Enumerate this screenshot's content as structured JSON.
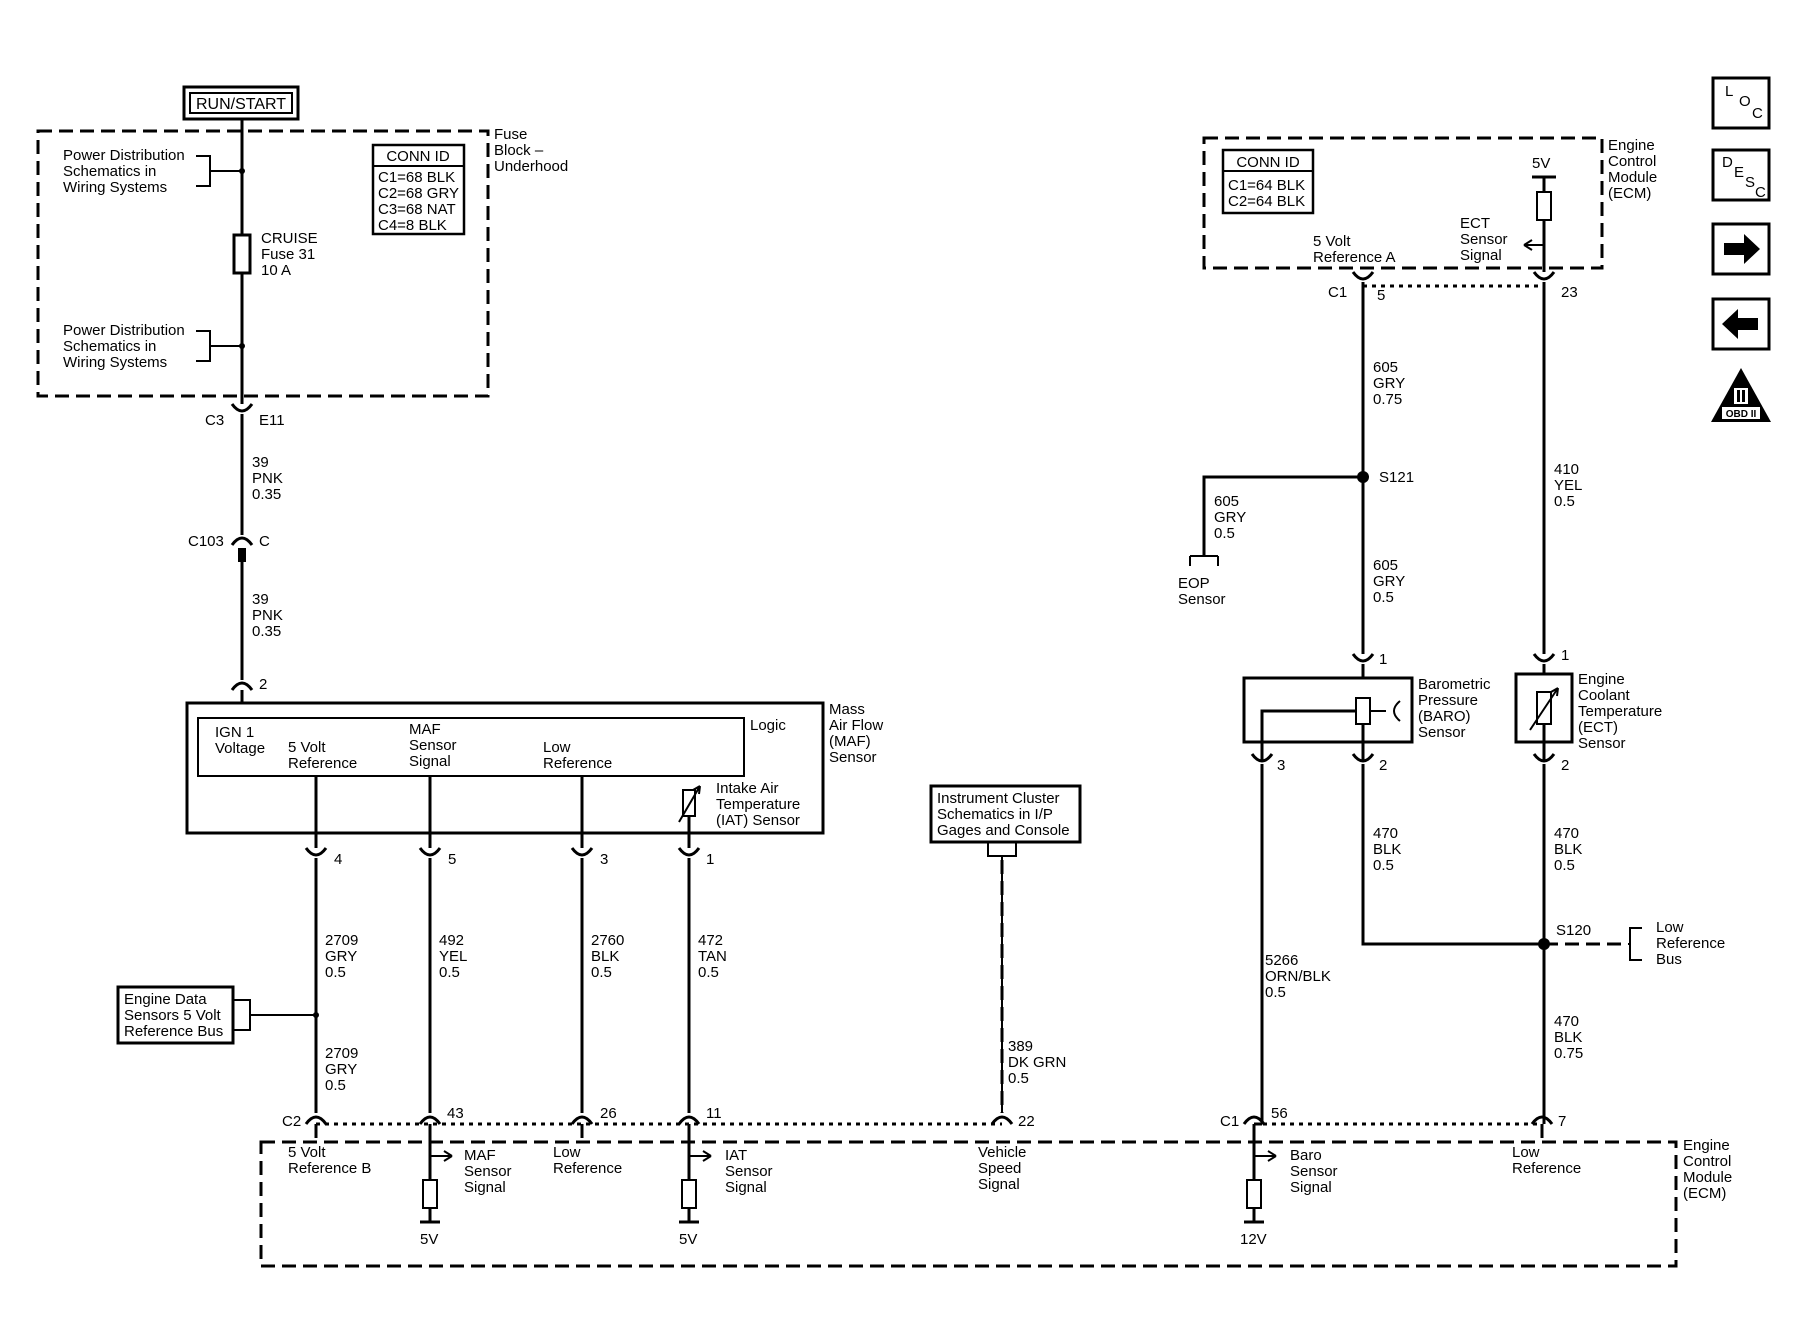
{
  "power": {
    "run_start": "RUN/START"
  },
  "fuse_block": {
    "title": [
      "Fuse",
      "Block –",
      "Underhood"
    ],
    "pd_top": [
      "Power Distribution",
      "Schematics in",
      "Wiring Systems"
    ],
    "pd_bottom": [
      "Power Distribution",
      "Schematics in",
      "Wiring Systems"
    ],
    "fuse": [
      "CRUISE",
      "Fuse 31",
      "10 A"
    ],
    "conn_id": {
      "header": "CONN ID",
      "rows": [
        "C1=68 BLK",
        "C2=68 GRY",
        "C3=68 NAT",
        "C4=8 BLK"
      ]
    }
  },
  "left_wire": {
    "c3": "C3",
    "e11": "E11",
    "w1": [
      "39",
      "PNK",
      "0.35"
    ],
    "c103": "C103",
    "c": "C",
    "w2": [
      "39",
      "PNK",
      "0.35"
    ],
    "pin2": "2"
  },
  "maf": {
    "name": [
      "Mass",
      "Air Flow",
      "(MAF)",
      "Sensor"
    ],
    "logic": "Logic",
    "ign": [
      "IGN 1",
      "Voltage"
    ],
    "ref5": [
      "5 Volt",
      "Reference"
    ],
    "signal": [
      "MAF",
      "Sensor",
      "Signal"
    ],
    "lowref": [
      "Low",
      "Reference"
    ],
    "iat": [
      "Intake Air",
      "Temperature",
      "(IAT) Sensor"
    ],
    "pins": [
      "4",
      "5",
      "3",
      "1"
    ]
  },
  "wires": {
    "a": [
      "2709",
      "GRY",
      "0.5"
    ],
    "a2": [
      "2709",
      "GRY",
      "0.5"
    ],
    "b": [
      "492",
      "YEL",
      "0.5"
    ],
    "c": [
      "2760",
      "BLK",
      "0.5"
    ],
    "d": [
      "472",
      "TAN",
      "0.5"
    ],
    "vss": [
      "389",
      "DK GRN",
      "0.5"
    ],
    "baro": [
      "5266",
      "ORN/BLK",
      "0.5"
    ],
    "ref_a": [
      "605",
      "GRY",
      "0.75"
    ],
    "eop": [
      "605",
      "GRY",
      "0.5"
    ],
    "baro_ref": [
      "605",
      "GRY",
      "0.5"
    ],
    "ect": [
      "410",
      "YEL",
      "0.5"
    ],
    "baro_low": [
      "470",
      "BLK",
      "0.5"
    ],
    "ect_low": [
      "470",
      "BLK",
      "0.5"
    ],
    "low_main": [
      "470",
      "BLK",
      "0.75"
    ]
  },
  "eng_data_bus": [
    "Engine Data",
    "Sensors 5 Volt",
    "Reference Bus"
  ],
  "instrument": [
    "Instrument Cluster",
    "Schematics in I/P",
    "Gages and Console"
  ],
  "ecm_bottom": {
    "name": [
      "Engine",
      "Control",
      "Module",
      "(ECM)"
    ],
    "c2": "C2",
    "c1": "C1",
    "pins": [
      "43",
      "26",
      "11",
      "22",
      "56",
      "7"
    ],
    "ref_b": [
      "5 Volt",
      "Reference B"
    ],
    "maf_sig": [
      "MAF",
      "Sensor",
      "Signal"
    ],
    "low_ref": [
      "Low",
      "Reference"
    ],
    "iat_sig": [
      "IAT",
      "Sensor",
      "Signal"
    ],
    "vss_sig": [
      "Vehicle",
      "Speed",
      "Signal"
    ],
    "baro_sig": [
      "Baro",
      "Sensor",
      "Signal"
    ],
    "low_ref2": [
      "Low",
      "Reference"
    ],
    "v5a": "5V",
    "v5b": "5V",
    "v12": "12V"
  },
  "ecm_top": {
    "name": [
      "Engine",
      "Control",
      "Module",
      "(ECM)"
    ],
    "conn_id": {
      "header": "CONN ID",
      "rows": [
        "C1=64 BLK",
        "C2=64 BLK"
      ]
    },
    "v5": "5V",
    "ref_a": [
      "5 Volt",
      "Reference A"
    ],
    "ect_sig": [
      "ECT",
      "Sensor",
      "Signal"
    ],
    "c1": "C1",
    "pin5": "5",
    "pin23": "23"
  },
  "splices": {
    "s121": "S121",
    "s120": "S120"
  },
  "eop": [
    "EOP",
    "Sensor"
  ],
  "baro_sensor": {
    "name": [
      "Barometric",
      "Pressure",
      "(BARO)",
      "Sensor"
    ],
    "pin1": "1",
    "pin3": "3",
    "pin2": "2"
  },
  "ect_sensor": {
    "name": [
      "Engine",
      "Coolant",
      "Temperature",
      "(ECT)",
      "Sensor"
    ],
    "pin1": "1",
    "pin2": "2"
  },
  "low_ref_bus": [
    "Low",
    "Reference",
    "Bus"
  ],
  "nav": {
    "loc": [
      "L",
      "O",
      "C"
    ],
    "desc": [
      "D",
      "E",
      "S",
      "C"
    ],
    "obd": "OBD II"
  }
}
